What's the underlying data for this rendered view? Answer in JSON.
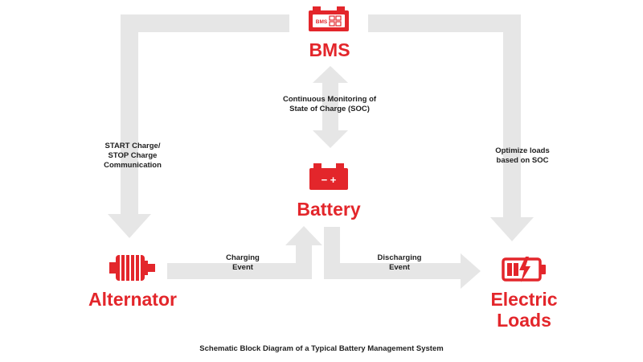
{
  "nodes": {
    "bms": {
      "label": "BMS",
      "icon": "bms-controller-icon",
      "icon_text": "BMS"
    },
    "battery": {
      "label": "Battery",
      "icon": "battery-icon",
      "icon_text": "− +"
    },
    "alternator": {
      "label": "Alternator",
      "icon": "alternator-icon"
    },
    "loads": {
      "label_line1": "Electric",
      "label_line2": "Loads",
      "icon": "lightning-battery-icon"
    }
  },
  "annotations": {
    "monitoring_line1": "Continuous Monitoring of",
    "monitoring_line2": "State of Charge (SOC)",
    "start_stop_line1": "START Charge/",
    "start_stop_line2": "STOP Charge",
    "start_stop_line3": "Communication",
    "optimize_line1": "Optimize loads",
    "optimize_line2": "based on SOC",
    "charging_line1": "Charging",
    "charging_line2": "Event",
    "discharging_line1": "Discharging",
    "discharging_line2": "Event"
  },
  "caption": "Schematic Block Diagram of a Typical Battery Management System",
  "colors": {
    "accent": "#e3262b",
    "arrow": "#e6e6e6",
    "text": "#1f1f1f"
  }
}
